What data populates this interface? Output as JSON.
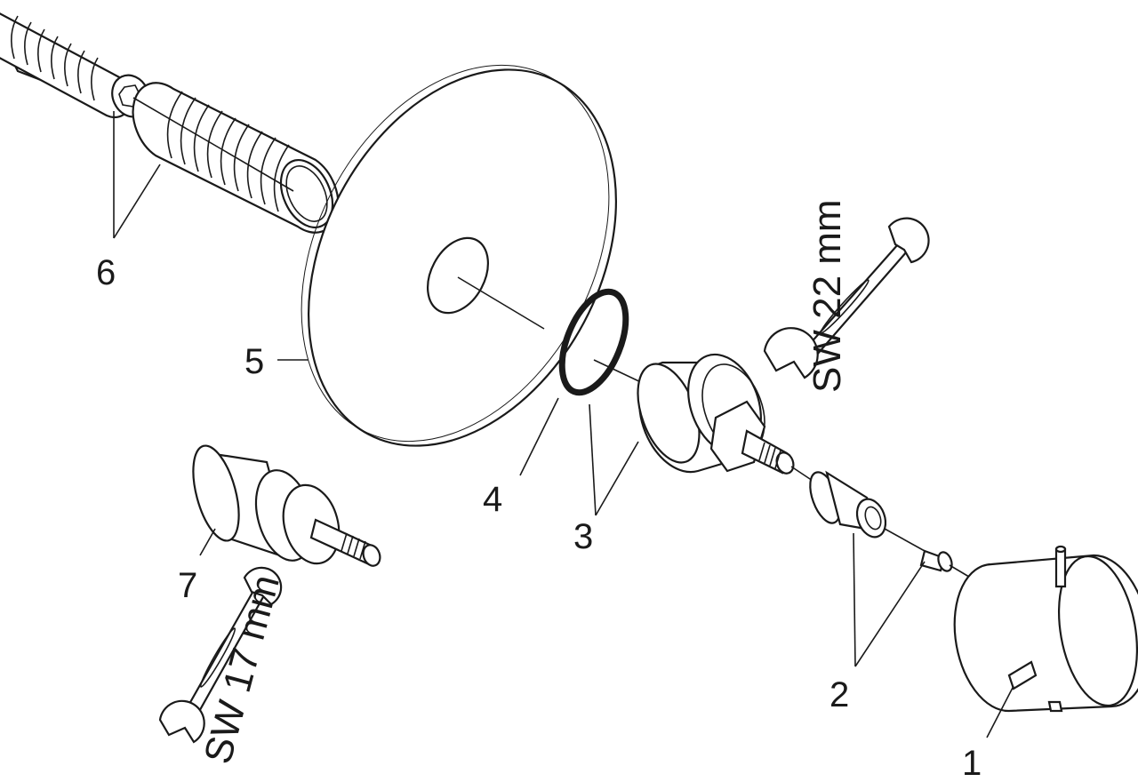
{
  "diagram": {
    "labels": {
      "part1": "1",
      "part2": "2",
      "part3": "3",
      "part4": "4",
      "part5": "5",
      "part6": "6",
      "part7": "7"
    },
    "tools": {
      "wrench_large": "SW 22 mm",
      "wrench_small": "SW 17 mm"
    },
    "colors": {
      "ink": "#1a1a1a",
      "background": "#ffffff"
    }
  }
}
